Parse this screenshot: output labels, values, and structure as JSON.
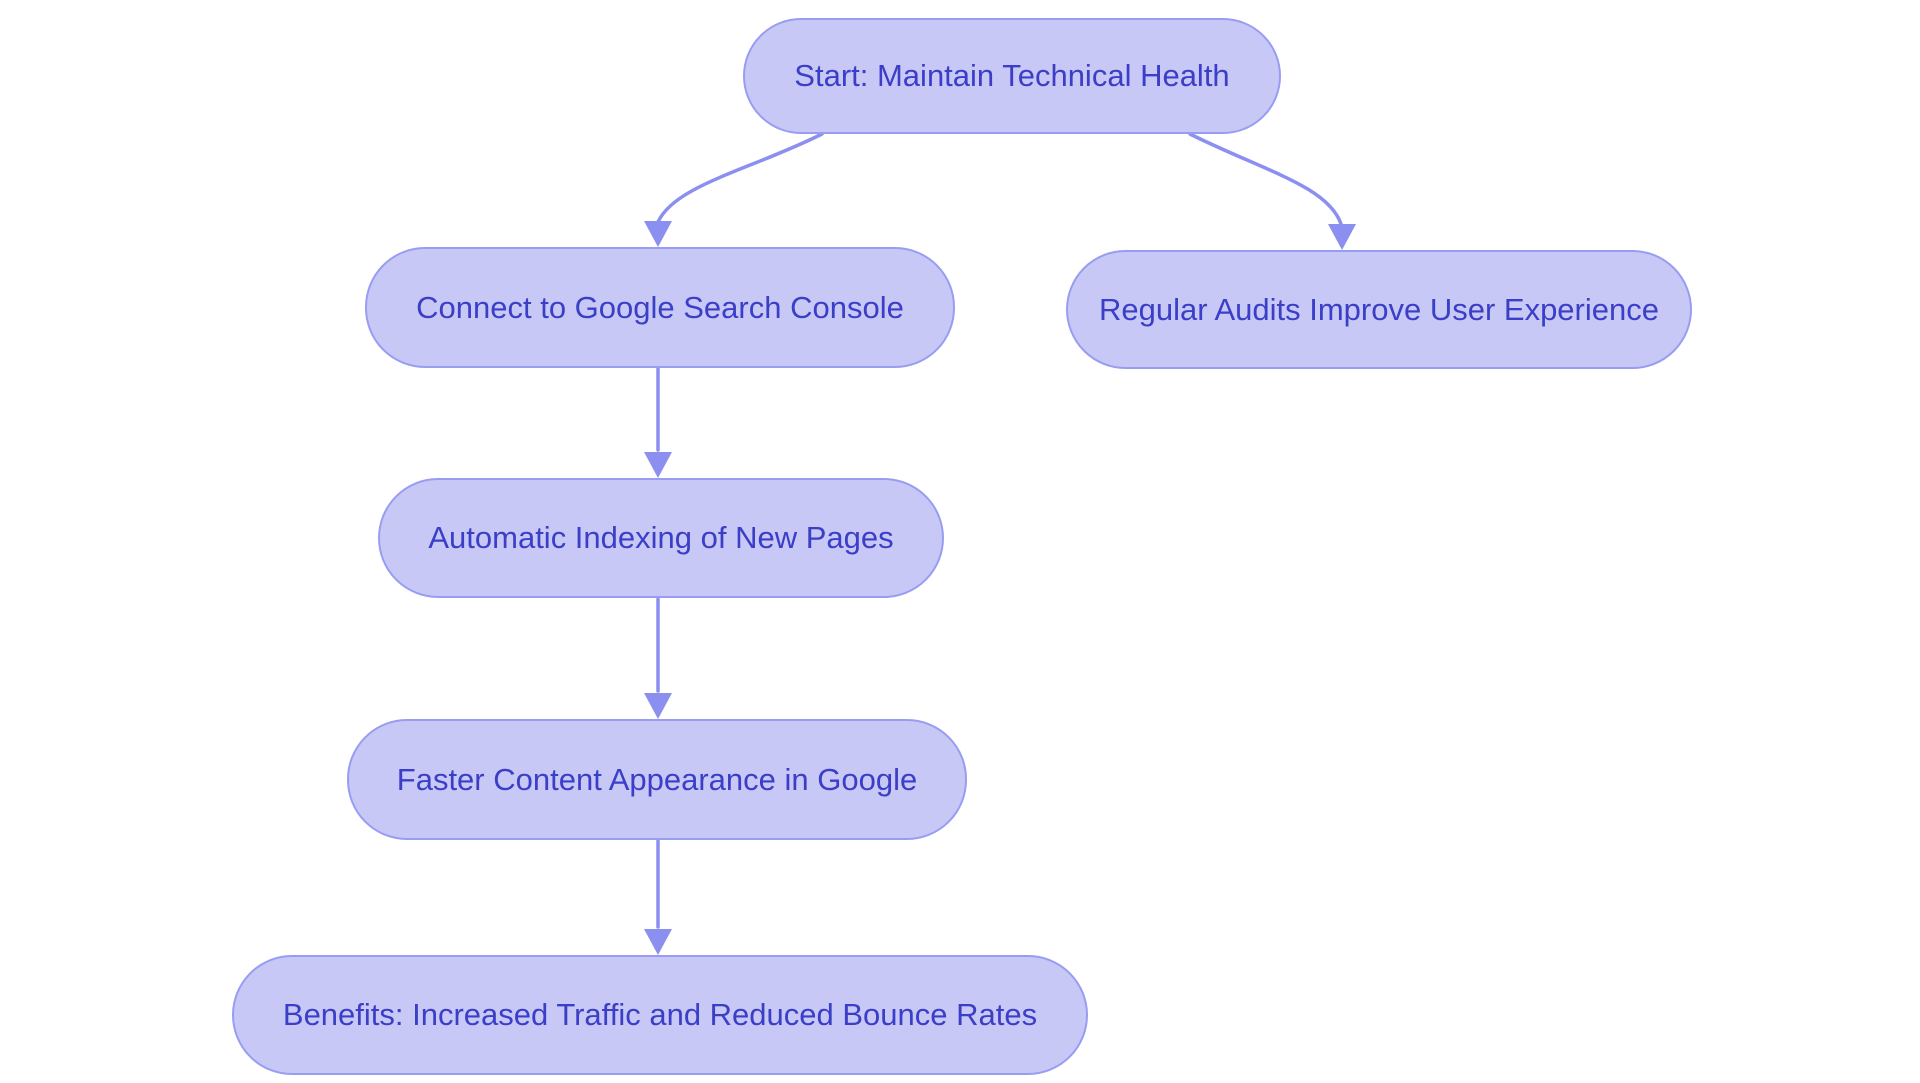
{
  "diagram": {
    "type": "flowchart",
    "background": "#ffffff",
    "colors": {
      "node_fill": "#c7c8f6",
      "node_border": "#999df1",
      "node_text": "#3b3ec6",
      "arrow": "#8b8ff0"
    },
    "nodes": [
      {
        "id": "start",
        "label": "Start: Maintain Technical Health"
      },
      {
        "id": "connect-gsc",
        "label": "Connect to Google Search Console"
      },
      {
        "id": "regular-audits",
        "label": "Regular Audits Improve User Experience"
      },
      {
        "id": "auto-indexing",
        "label": "Automatic Indexing of New Pages"
      },
      {
        "id": "faster-appearance",
        "label": "Faster Content Appearance in Google"
      },
      {
        "id": "benefits",
        "label": "Benefits: Increased Traffic and Reduced Bounce Rates"
      }
    ],
    "edges": [
      {
        "from": "start",
        "to": "connect-gsc"
      },
      {
        "from": "start",
        "to": "regular-audits"
      },
      {
        "from": "connect-gsc",
        "to": "auto-indexing"
      },
      {
        "from": "auto-indexing",
        "to": "faster-appearance"
      },
      {
        "from": "faster-appearance",
        "to": "benefits"
      }
    ]
  }
}
